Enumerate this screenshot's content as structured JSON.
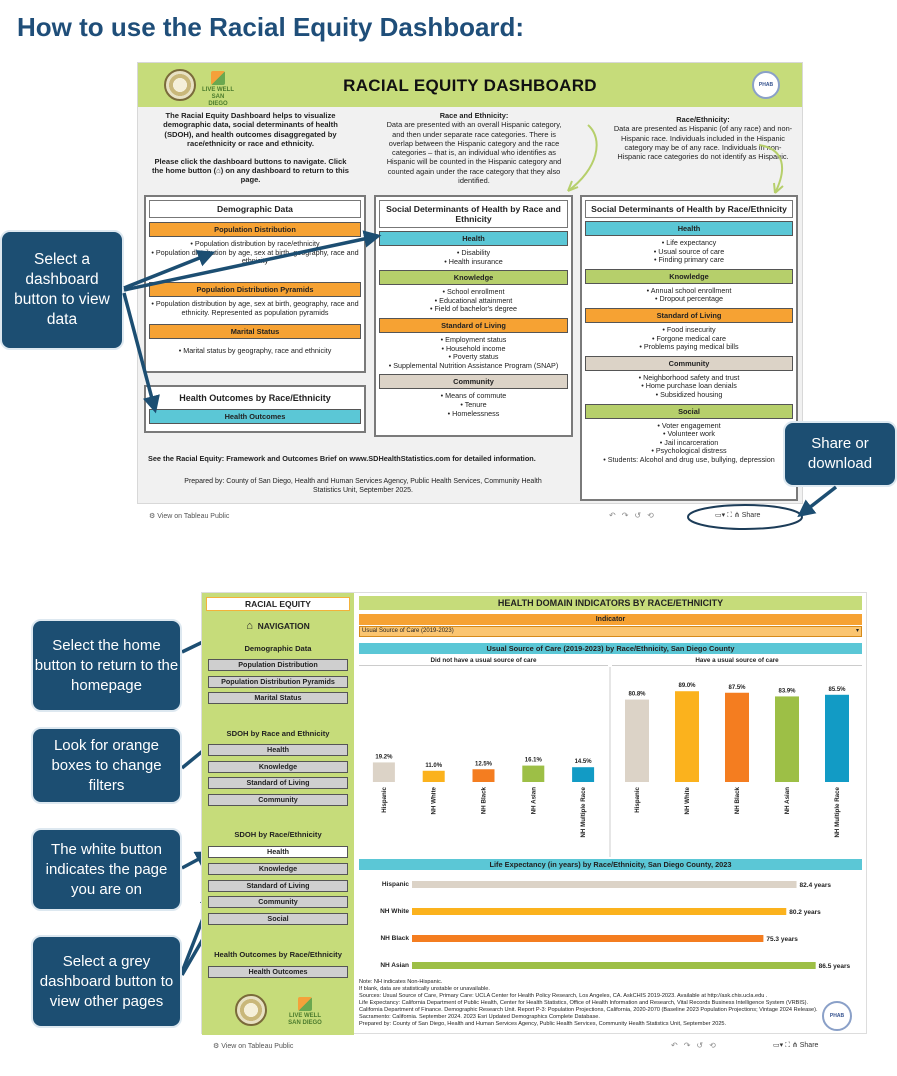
{
  "page_title": "How to use the Racial Equity Dashboard:",
  "dashboard1": {
    "title": "RACIAL EQUITY DASHBOARD",
    "logo_text": "LIVE WELL",
    "logo_sub": "SAN DIEGO",
    "phab_text": "PHAB",
    "intro_p1": "The Racial Equity Dashboard helps to visualize demographic data, social determinants of health (SDOH), and health outcomes disaggregated by race/ethnicity or race and ethnicity.",
    "intro_p2": "Please click the dashboard buttons to navigate. Click the home button (⌂) on any dashboard to return to this page.",
    "note_mid_title": "Race and Ethnicity:",
    "note_mid_body": "Data are presented with an overall Hispanic category, and then under separate race categories. There is overlap between the Hispanic category and the race categories – that is, an individual who identifies as Hispanic will be counted in the Hispanic category and counted again under the race category that they also identified.",
    "note_right_title": "Race/Ethnicity:",
    "note_right_body": "Data are presented as Hispanic (of any race) and non-Hispanic race. Individuals included in the Hispanic category may be of any race. Individuals in non-Hispanic race categories do not identify as Hispanic.",
    "demographic": {
      "title": "Demographic Data",
      "sections": [
        {
          "label": "Population Distribution",
          "items": [
            "• Population distribution by race/ethnicity",
            "• Population distribution by age, sex at birth, geography, race and ethnicity"
          ]
        },
        {
          "label": "Population Distribution Pyramids",
          "items": [
            "• Population distribution by age, sex at birth, geography, race and ethnicity. Represented as population pyramids"
          ]
        },
        {
          "label": "Marital Status",
          "items": [
            "• Marital status by geography, race and ethnicity"
          ]
        }
      ]
    },
    "outcomes": {
      "title": "Health Outcomes by Race/Ethnicity",
      "button": "Health Outcomes"
    },
    "sdoh_race_eth": {
      "title": "Social Determinants of Health by Race and Ethnicity",
      "sections": [
        {
          "label": "Health",
          "items": [
            "• Disability",
            "• Health insurance"
          ]
        },
        {
          "label": "Knowledge",
          "items": [
            "• School enrollment",
            "• Educational attainment",
            "• Field of bachelor's degree"
          ]
        },
        {
          "label": "Standard of Living",
          "items": [
            "• Employment status",
            "• Household income",
            "• Poverty status",
            "• Supplemental Nutrition Assistance Program (SNAP)"
          ]
        },
        {
          "label": "Community",
          "items": [
            "• Means of commute",
            "• Tenure",
            "• Homelessness"
          ]
        }
      ]
    },
    "sdoh_race_slash_eth": {
      "title": "Social Determinants of Health by Race/Ethnicity",
      "sections": [
        {
          "label": "Health",
          "items": [
            "• Life expectancy",
            "• Usual source of care",
            "• Finding primary care"
          ]
        },
        {
          "label": "Knowledge",
          "items": [
            "• Annual school enrollment",
            "• Dropout percentage"
          ]
        },
        {
          "label": "Standard of Living",
          "items": [
            "• Food insecurity",
            "• Forgone medical care",
            "• Problems paying medical bills"
          ]
        },
        {
          "label": "Community",
          "items": [
            "• Neighborhood safety and trust",
            "• Home purchase loan denials",
            "• Subsidized housing"
          ]
        },
        {
          "label": "Social",
          "items": [
            "• Voter engagement",
            "• Volunteer work",
            "• Jail incarceration",
            "• Psychological distress",
            "• Students: Alcohol and drug use, bullying, depression"
          ]
        }
      ]
    },
    "footnote": "See the Racial Equity: Framework and Outcomes Brief on www.SDHealthStatistics.com for detailed information.",
    "prepared": "Prepared by: County of San Diego, Health and Human Services Agency, Public Health Services, Community Health Statistics Unit, September 2025.",
    "tableau_link": "View on Tableau Public",
    "share_label": "Share"
  },
  "callouts": {
    "select_dashboard": "Select a dashboard button to view data",
    "share_download": "Share or download",
    "home_button": "Select the home button to return to the homepage",
    "orange_boxes": "Look for orange boxes to change filters",
    "white_button": "The white button indicates the page you are on",
    "grey_button": "Select a grey dashboard button to view other pages"
  },
  "dashboard2": {
    "nav_header": "RACIAL EQUITY",
    "nav_label": "NAVIGATION",
    "nav_sections": [
      {
        "title": "Demographic Data",
        "buttons": [
          "Population Distribution",
          "Population Distribution Pyramids",
          "Marital Status"
        ]
      },
      {
        "title": "SDOH by Race and Ethnicity",
        "buttons": [
          "Health",
          "Knowledge",
          "Standard of Living",
          "Community"
        ]
      },
      {
        "title": "SDOH by Race/Ethnicity",
        "buttons": [
          "Health",
          "Knowledge",
          "Standard of Living",
          "Community",
          "Social"
        ]
      },
      {
        "title": "Health Outcomes by Race/Ethnicity",
        "buttons": [
          "Health Outcomes"
        ]
      }
    ],
    "title": "HEALTH DOMAIN INDICATORS BY RACE/ETHNICITY",
    "indicator_label": "Indicator",
    "indicator_value": "Usual Source of Care (2019-2023)",
    "chart1_title": "Usual Source of Care (2019-2023) by Race/Ethnicity, San Diego County",
    "chart1_left_header": "Did not have a usual source of care",
    "chart1_right_header": "Have a usual source of care",
    "chart2_title": "Life Expectancy (in years) by Race/Ethnicity, San Diego County, 2023",
    "notes": [
      "Note: NH indicates Non-Hispanic.",
      "If blank, data are statistically unstable or unavailable.",
      "Sources: Usual Source of Care, Primary Care: UCLA Center for Health Policy Research, Los Angeles, CA. AskCHIS 2019-2023. Available at http://ask.chis.ucla.edu .",
      "Life Expectancy: California Department of Public Health, Center for Health Statistics, Office of Health Information and Research, Vital Records Business Intelligence System (VRBIS). California Department of Finance. Demographic Research Unit. Report P-3: Population Projections, California, 2020-2070 (Baseline 2023 Population Projections; Vintage 2024 Release). Sacramento: California. September 2024. 2023 Esri Updated Demographics Complete Database.",
      "Prepared by: County of San Diego, Health and Human Services Agency, Public Health Services, Community Health Statistics Unit, September 2025."
    ],
    "tableau_link": "View on Tableau Public",
    "share_label": "Share"
  },
  "chart_data": [
    {
      "type": "bar",
      "title": "Usual Source of Care (2019-2023) by Race/Ethnicity, San Diego County",
      "categories": [
        "Hispanic",
        "NH White",
        "NH Black",
        "NH Asian",
        "NH Multiple Race"
      ],
      "series": [
        {
          "name": "Did not have a usual source of care",
          "values": [
            19.2,
            11.0,
            12.5,
            16.1,
            14.5
          ],
          "labels": [
            "19.2%",
            "11.0%",
            "12.5%",
            "16.1%",
            "14.5%"
          ]
        },
        {
          "name": "Have a usual source of care",
          "values": [
            80.8,
            89.0,
            87.5,
            83.9,
            85.5
          ],
          "labels": [
            "80.8%",
            "89.0%",
            "87.5%",
            "83.9%",
            "85.5%"
          ]
        }
      ],
      "colors": [
        "#dcd3c7",
        "#fbb21d",
        "#f47d20",
        "#9dbf46",
        "#129bc5"
      ],
      "ylim": [
        0,
        100
      ]
    },
    {
      "type": "bar",
      "orientation": "horizontal",
      "title": "Life Expectancy (in years) by Race/Ethnicity, San Diego County, 2023",
      "categories": [
        "Hispanic",
        "NH White",
        "NH Black",
        "NH Asian"
      ],
      "values": [
        82.4,
        80.2,
        75.3,
        86.5
      ],
      "labels": [
        "82.4 years",
        "80.2 years",
        "75.3 years",
        "86.5 years"
      ],
      "colors": [
        "#dcd3c7",
        "#fbb21d",
        "#f47d20",
        "#9dbf46"
      ]
    }
  ]
}
